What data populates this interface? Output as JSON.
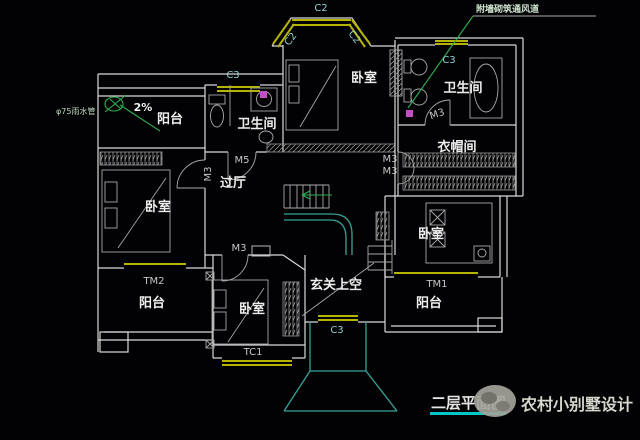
{
  "watermark": {
    "plan_label": "二层平面图",
    "brand": "农村小别墅设计"
  },
  "annotations": {
    "vent_note": "附墙砌筑通风道",
    "rain_pipe": "φ75雨水管",
    "slope": "2%"
  },
  "rooms": {
    "bedroom_top": "卧室",
    "bedroom_left": "卧室",
    "bedroom_right": "卧室",
    "bedroom_bottom": "卧室",
    "bath_left": "卫生间",
    "bath_right": "卫生间",
    "hall": "过厅",
    "cloakroom": "衣帽间",
    "void": "玄关上空",
    "balcony_topleft": "阳台",
    "balcony_bottomleft": "阳台",
    "balcony_bottomright": "阳台"
  },
  "openings": {
    "c2_top": "C2",
    "c2_left": "C2",
    "c2_right": "C2",
    "c3_topleft": "C3",
    "c3_topright": "C3",
    "c3_bottom": "C3",
    "m5_hall": "M5",
    "m3_left_bedroom": "M3",
    "m3_bottom_bedroom": "M3",
    "m3_cloak_a": "M3",
    "m3_cloak_b": "M3",
    "m3_bath_right": "M3",
    "tm1": "TM1",
    "tm2": "TM2",
    "tc1": "TC1"
  },
  "colors": {
    "background": "#020204",
    "walls": "#d9d9d9",
    "window_sill": "#b5b400",
    "cyan_labels": "#8ed0ce",
    "annotation_green": "#2fae4f",
    "stair_teal": "#3aa396",
    "fixture_magenta": "#c44fc4",
    "underline_cyan": "#00c6c6"
  }
}
